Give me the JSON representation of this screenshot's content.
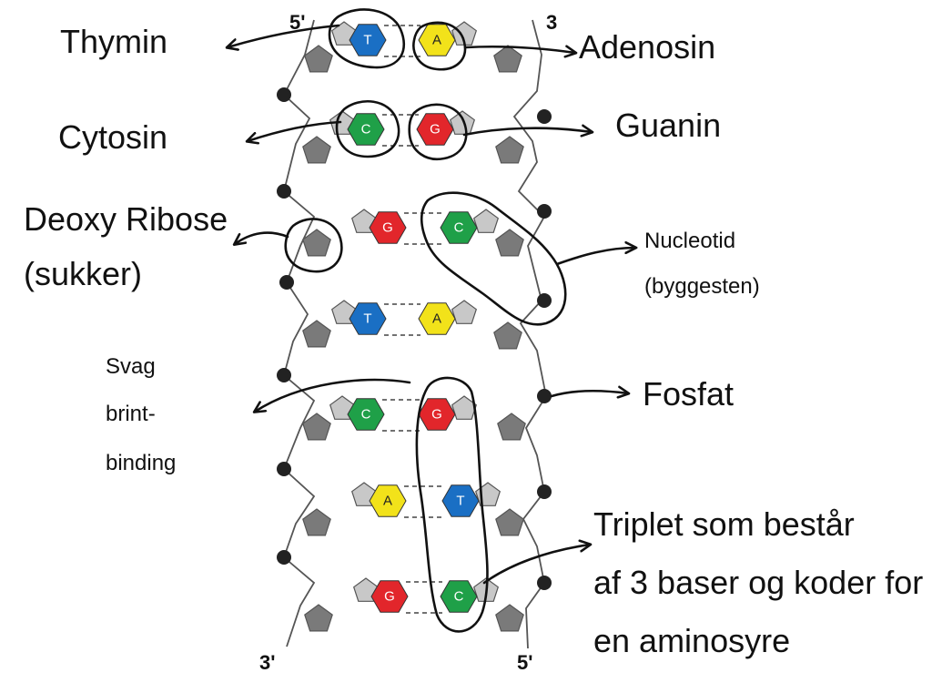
{
  "strand_ends": {
    "top_left": "5'",
    "top_right": "3",
    "bottom_left": "3'",
    "bottom_right": "5'"
  },
  "labels": {
    "thymin": "Thymin",
    "adenosin": "Adenosin",
    "cytosin": "Cytosin",
    "guanin": "Guanin",
    "deoxy_ribose": "Deoxy Ribose",
    "sukker": "(sukker)",
    "nucleotid": "Nucleotid",
    "byggesten": "(byggesten)",
    "svag": "Svag",
    "brint": "brint-",
    "binding": "binding",
    "fosfat": "Fosfat",
    "triplet_line1": "Triplet som består",
    "triplet_line2": "af 3 baser og koder for",
    "triplet_line3": "en aminosyre"
  },
  "base_pairs": [
    {
      "left": "T",
      "right": "A"
    },
    {
      "left": "C",
      "right": "G"
    },
    {
      "left": "G",
      "right": "C"
    },
    {
      "left": "T",
      "right": "A"
    },
    {
      "left": "C",
      "right": "G"
    },
    {
      "left": "A",
      "right": "T"
    },
    {
      "left": "G",
      "right": "C"
    }
  ],
  "colors": {
    "T": "#1a6fc4",
    "A": "#f2e21a",
    "C": "#1fa048",
    "G": "#e2262b",
    "sugar": "#7a7a7a",
    "sugar_light": "#c8c8c8",
    "phosphate": "#222222"
  }
}
